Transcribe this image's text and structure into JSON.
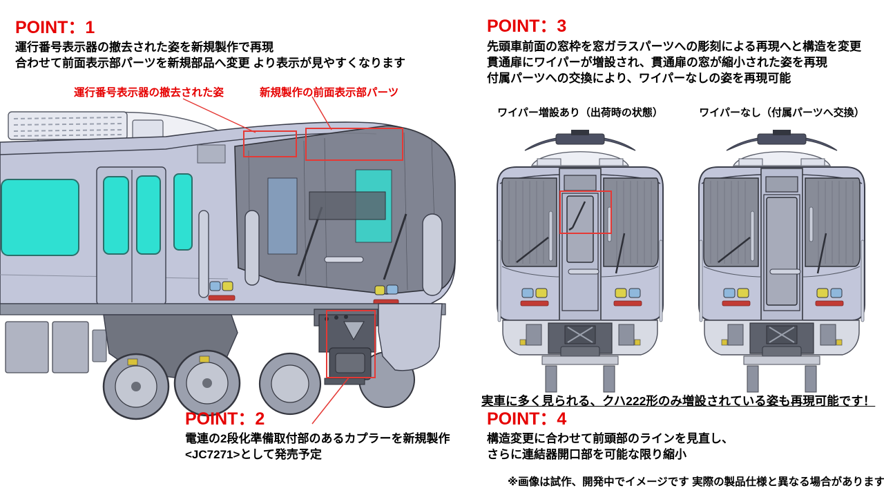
{
  "colors": {
    "accent_red": "#e60000",
    "annotation_red": "#e53935",
    "window_cyan": "#2fe0d2",
    "body_gray": "#c2c6da",
    "glass_gray": "#83879a",
    "headlight_yellow": "#ddd24a",
    "headlight_blue": "#8fb8dc",
    "stripe_red": "#c23b35"
  },
  "point1": {
    "title": "POINT：1",
    "lines": [
      "運行番号表示器の撤去された姿を新規製作で再現",
      "合わせて前面表示部パーツを新規部品へ変更 より表示が見やすくなります"
    ],
    "annotations": {
      "left": "運行番号表示器の撤去された姿",
      "right": "新規製作の前面表示部パーツ"
    }
  },
  "point2": {
    "title": "POINT：2",
    "lines": [
      "電連の2段化準備取付部のあるカプラーを新規製作",
      "<JC7271>として発売予定"
    ]
  },
  "point3": {
    "title": "POINT：3",
    "lines": [
      "先頭車前面の窓枠を窓ガラスパーツへの彫刻による再現へと構造を変更",
      "貫通扉にワイパーが増設され、貫通扉の窓が縮小された姿を再現",
      "付属パーツへの交換により、ワイパーなしの姿を再現可能"
    ],
    "captions": {
      "left": "ワイパー増設あり（出荷時の状態）",
      "right": "ワイパーなし（付属パーツへ交換）"
    }
  },
  "point4": {
    "title": "POINT：4",
    "highlight": "実車に多く見られる、クハ222形のみ増設されている姿も再現可能です！",
    "lines": [
      "構造変更に合わせて前頭部のラインを見直し、",
      "さらに連結器開口部を可能な限り縮小"
    ]
  },
  "footnote": "※画像は試作、開発中でイメージです 実際の製品仕様と異なる場合があります"
}
